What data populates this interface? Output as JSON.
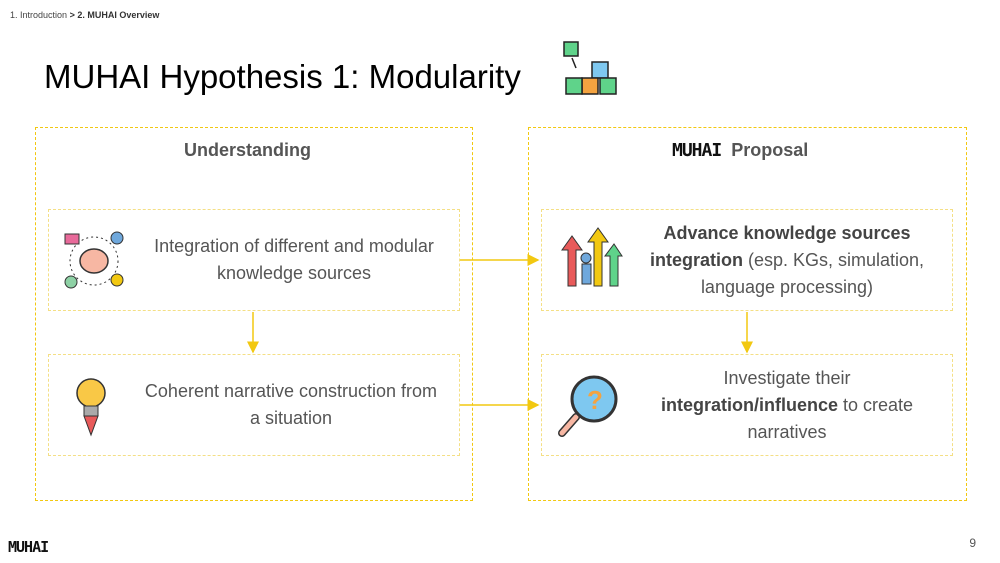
{
  "breadcrumb": {
    "section": "1. Introduction",
    "current": "> 2. MUHAI Overview"
  },
  "title": "MUHAI Hypothesis 1: Modularity",
  "left": {
    "header": "Understanding",
    "items": [
      {
        "text": "Integration of different and modular knowledge sources",
        "icon": "brain-network-icon"
      },
      {
        "text": "Coherent narrative construction from a situation",
        "icon": "lightbulb-pen-icon"
      }
    ]
  },
  "right": {
    "logo": "MUHAI",
    "header": "Proposal",
    "items": [
      {
        "bold": "Advance knowledge sources integration",
        "rest": " (esp. KGs, simulation, language processing)",
        "icon": "growth-arrows-icon"
      },
      {
        "pre": "Investigate their ",
        "bold": "integration/influence",
        "rest": " to create narratives",
        "icon": "magnifier-question-icon"
      }
    ]
  },
  "footer": {
    "logo": "MUHAI",
    "page": "9"
  },
  "colors": {
    "accent": "#f2c811"
  }
}
